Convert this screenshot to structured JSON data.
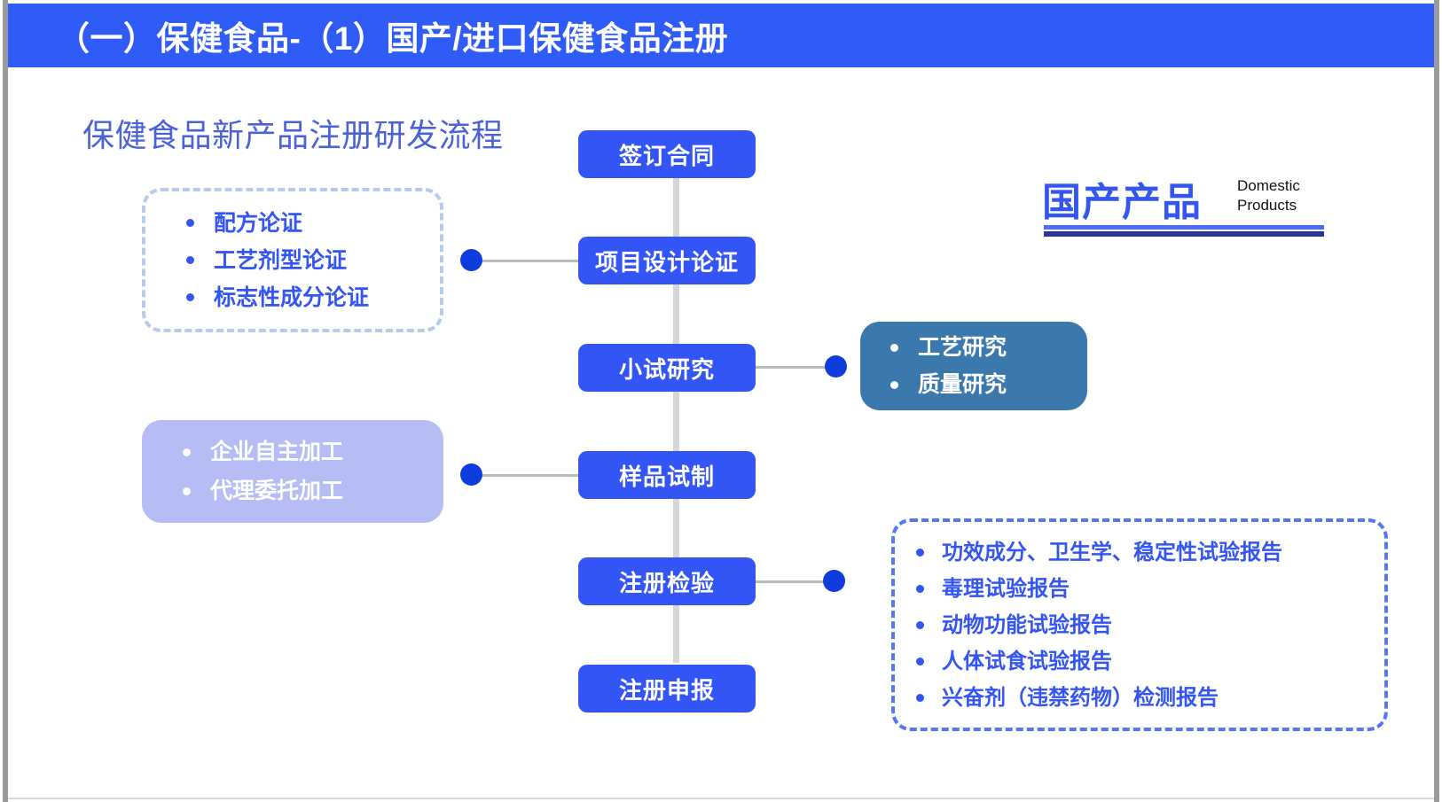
{
  "header": {
    "title": "（一）保健食品-（1）国产/进口保健食品注册"
  },
  "subtitle": "保健食品新产品注册研发流程",
  "badge": {
    "cn": "国产产品",
    "en_line1": "Domestic",
    "en_line2": "Products"
  },
  "flow": {
    "steps": [
      {
        "label": "签订合同"
      },
      {
        "label": "项目设计论证"
      },
      {
        "label": "小试研究"
      },
      {
        "label": "样品试制"
      },
      {
        "label": "注册检验"
      },
      {
        "label": "注册申报"
      }
    ]
  },
  "panels": {
    "formula": {
      "items": [
        "配方论证",
        "工艺剂型论证",
        "标志性成分论证"
      ]
    },
    "processing": {
      "items": [
        "企业自主加工",
        "代理委托加工"
      ]
    },
    "research": {
      "items": [
        "工艺研究",
        "质量研究"
      ]
    },
    "reports": {
      "items": [
        "功效成分、卫生学、稳定性试验报告",
        "毒理试验报告",
        "动物功能试验报告",
        "人体试食试验报告",
        "兴奋剂（违禁药物）检测报告"
      ]
    }
  },
  "colors": {
    "header_blue": "#2f5bf6",
    "box_blue": "#3355f6",
    "dot_blue": "#0f3ddd",
    "steel_blue": "#3b78ad",
    "lavender": "#b5bdf4",
    "dash_light": "#b6cbe8",
    "spine_gray": "#d5d6d8"
  }
}
